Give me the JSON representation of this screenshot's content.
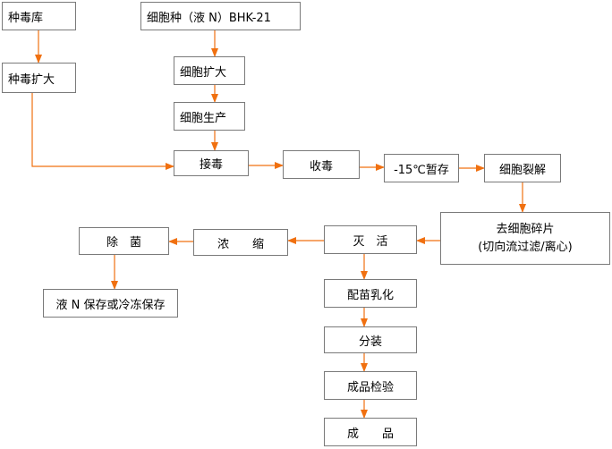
{
  "diagram": {
    "line_color": "#f07010",
    "nodes": {
      "virus_bank": "种毒库",
      "virus_expand": "种毒扩大",
      "cell_seed": "细胞种（液 N）BHK-21",
      "cell_expand": "细胞扩大",
      "cell_production": "细胞生产",
      "inoculate": "接毒",
      "harvest": "收毒",
      "temp_storage": "-15℃暂存",
      "cell_lysis": "细胞裂解",
      "debris_removal_line1": "去细胞碎片",
      "debris_removal_line2": "(切向流过滤/离心)",
      "inactivation": "灭　活",
      "concentration": "浓　　缩",
      "sterilization": "除　菌",
      "storage": "液 N 保存或冷冻保存",
      "emulsify": "配苗乳化",
      "packaging": "分装",
      "inspection": "成品检验",
      "product": "成　　品"
    }
  }
}
